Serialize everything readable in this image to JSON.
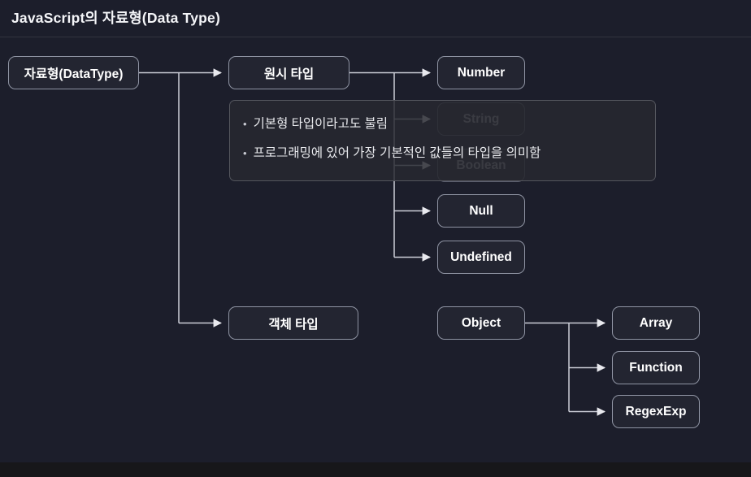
{
  "title": "JavaScript의 자료형(Data Type)",
  "diagram": {
    "root": {
      "label": "자료형(DataType)"
    },
    "primitive": {
      "label": "원시 타입"
    },
    "objectType": {
      "label": "객체 타입"
    },
    "number": {
      "label": "Number"
    },
    "string": {
      "label": "String"
    },
    "boolean": {
      "label": "Boolean"
    },
    "nullType": {
      "label": "Null"
    },
    "undefined": {
      "label": "Undefined"
    },
    "object": {
      "label": "Object"
    },
    "array": {
      "label": "Array"
    },
    "function": {
      "label": "Function"
    },
    "regexexp": {
      "label": "RegexExp"
    }
  },
  "tooltip": {
    "bullet_char": "•",
    "bullets": [
      "기본형 타입이라고도 불림",
      "프로그래밍에 있어 가장 기본적인 값들의 타입을 의미함"
    ]
  },
  "colors": {
    "background": "#1c1e2b",
    "node_fill": "#232531",
    "node_border": "#8f94a3",
    "connector": "#ccced8",
    "overlay_fill": "rgba(39,41,48,0.84)",
    "overlay_border": "#54565e",
    "title_text": "#f4f5f8",
    "bottom_strip": "#17171a"
  }
}
